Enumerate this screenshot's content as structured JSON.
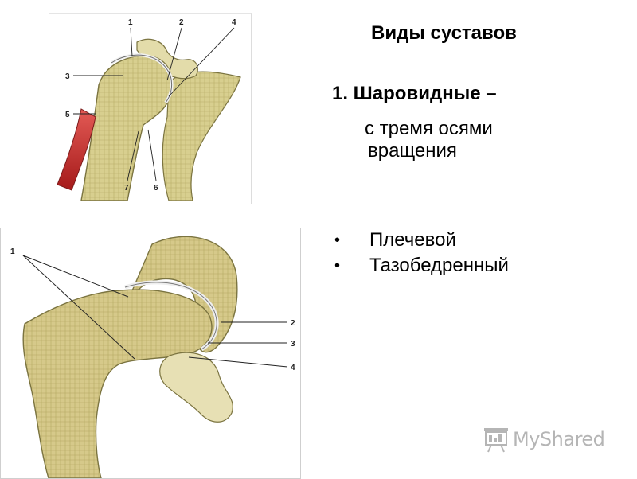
{
  "slide": {
    "title": "Виды суставов",
    "heading": "1. Шаровидные –",
    "subheading_line1": "с тремя осями",
    "subheading_line2": "вращения",
    "bullets": [
      "Плечевой",
      "Тазобедренный"
    ]
  },
  "figure_top": {
    "labels": [
      "1",
      "2",
      "4",
      "3",
      "5",
      "7",
      "6"
    ]
  },
  "figure_bottom": {
    "labels": [
      "1",
      "2",
      "3",
      "4"
    ]
  },
  "watermark": {
    "brand": "MyShared",
    "icon": "presentation-board-icon"
  }
}
